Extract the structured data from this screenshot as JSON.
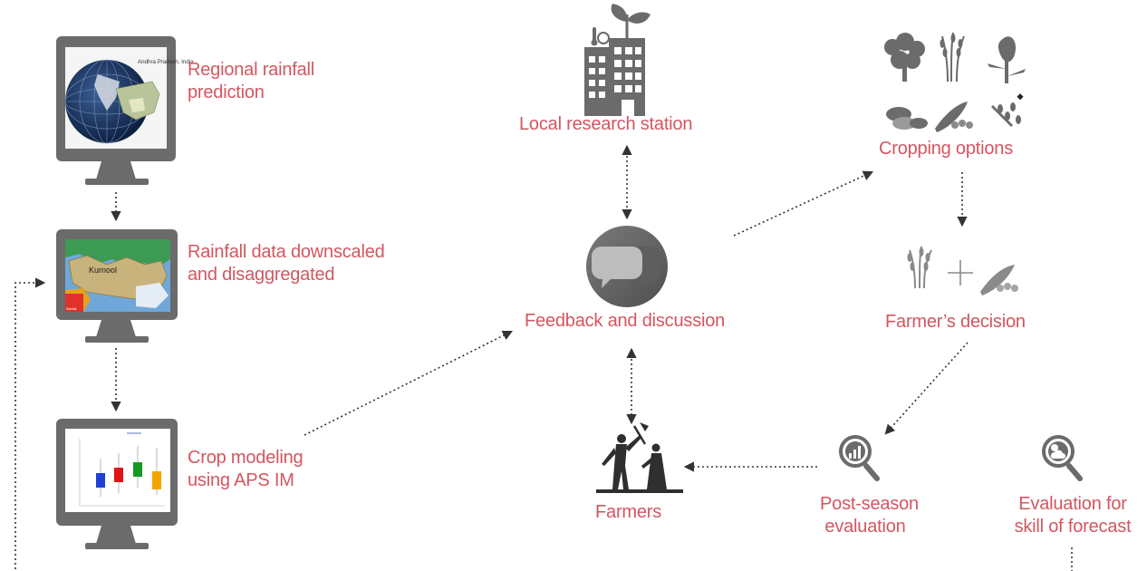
{
  "left_column": {
    "regional_prediction": {
      "line1": "Regional rainfall",
      "line2": "prediction",
      "map_inset_text": "Andhra Pradesh, India"
    },
    "downscaled": {
      "line1": "Rainfall data downscaled",
      "line2": "and disaggregated",
      "map_region_label": "Kurnool",
      "legend_caption": "Rainfall"
    },
    "crop_modeling": {
      "line1": "Crop modeling",
      "line2": "using APS IM"
    }
  },
  "center_column": {
    "research_station": "Local research station",
    "feedback": "Feedback and discussion",
    "farmers": "Farmers"
  },
  "right_column": {
    "cropping_options": "Cropping options",
    "farmers_decision": "Farmer’s decision",
    "post_season": {
      "line1": "Post-season",
      "line2": "evaluation"
    },
    "forecast_skill": {
      "line1": "Evaluation for",
      "line2": "skill of forecast"
    }
  },
  "colors": {
    "label": "#d3565f",
    "icon_gray": "#6d6d6d",
    "arrow": "#333333",
    "box_blue": "#1f3fd6",
    "box_red": "#e01414",
    "box_green": "#169a24",
    "box_orange": "#f2a400"
  }
}
